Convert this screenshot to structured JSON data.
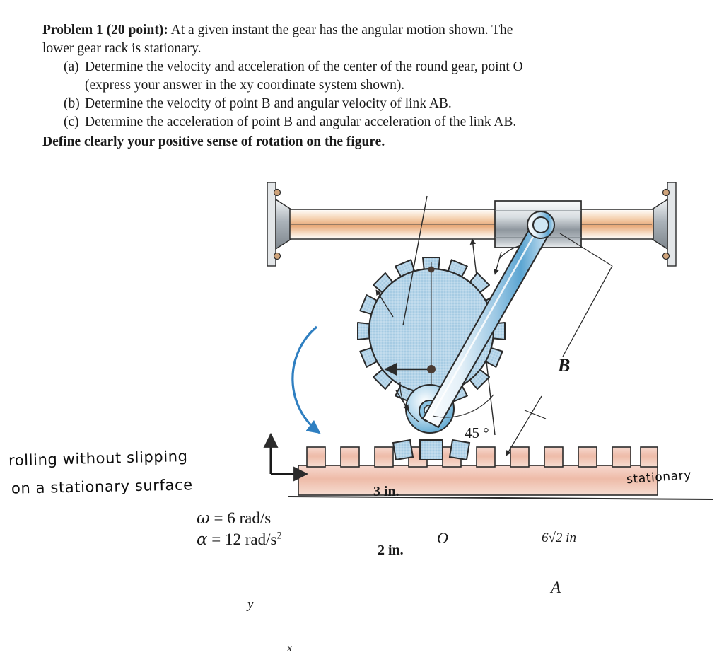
{
  "problem": {
    "heading": "Problem 1 (20 point):",
    "intro_rest": " At a given instant the gear has the angular motion shown. The",
    "intro_line2": "lower gear rack is stationary.",
    "parts": [
      {
        "tag": "(a)",
        "text": "Determine the velocity and acceleration of the center of the round gear, point O"
      },
      {
        "tag": "",
        "text": "(express your answer in the xy coordinate system shown)."
      },
      {
        "tag": "(b)",
        "text": "Determine the velocity of point B and angular velocity of link AB."
      },
      {
        "tag": "(c)",
        "text": "Determine the acceleration of point B and angular acceleration of the link AB."
      }
    ],
    "define_note": "Define clearly your positive sense of rotation on the figure."
  },
  "figure": {
    "labels": {
      "point_B": "B",
      "point_A": "A",
      "point_O": "O",
      "angle": "45 °",
      "radius_outer": "3 in.",
      "radius_inner": "2 in.",
      "link_length": "6√2 in",
      "omega_symbol": "ω",
      "omega_value": " = 6 rad/s",
      "alpha_symbol": "α",
      "alpha_value": " = 12 rad/s",
      "alpha_exponent": "2",
      "axis_x": "x",
      "axis_y": "y"
    },
    "handwriting": {
      "note_line1": "rolling  without  slipping",
      "note_line2": "on a   stationary  surface",
      "note_rack": "stationary"
    },
    "colors": {
      "gear_body": "#b6d5e9",
      "gear_shade": "#6fb3d8",
      "rack_fill": "#f0c3b4",
      "rod_fill": "#f2c6a4",
      "bracket_fill": "#9aa3ab",
      "link_fill": "#c9dff0",
      "omega_arrow": "#2f7fc1",
      "outline": "#2b2b2b"
    }
  }
}
